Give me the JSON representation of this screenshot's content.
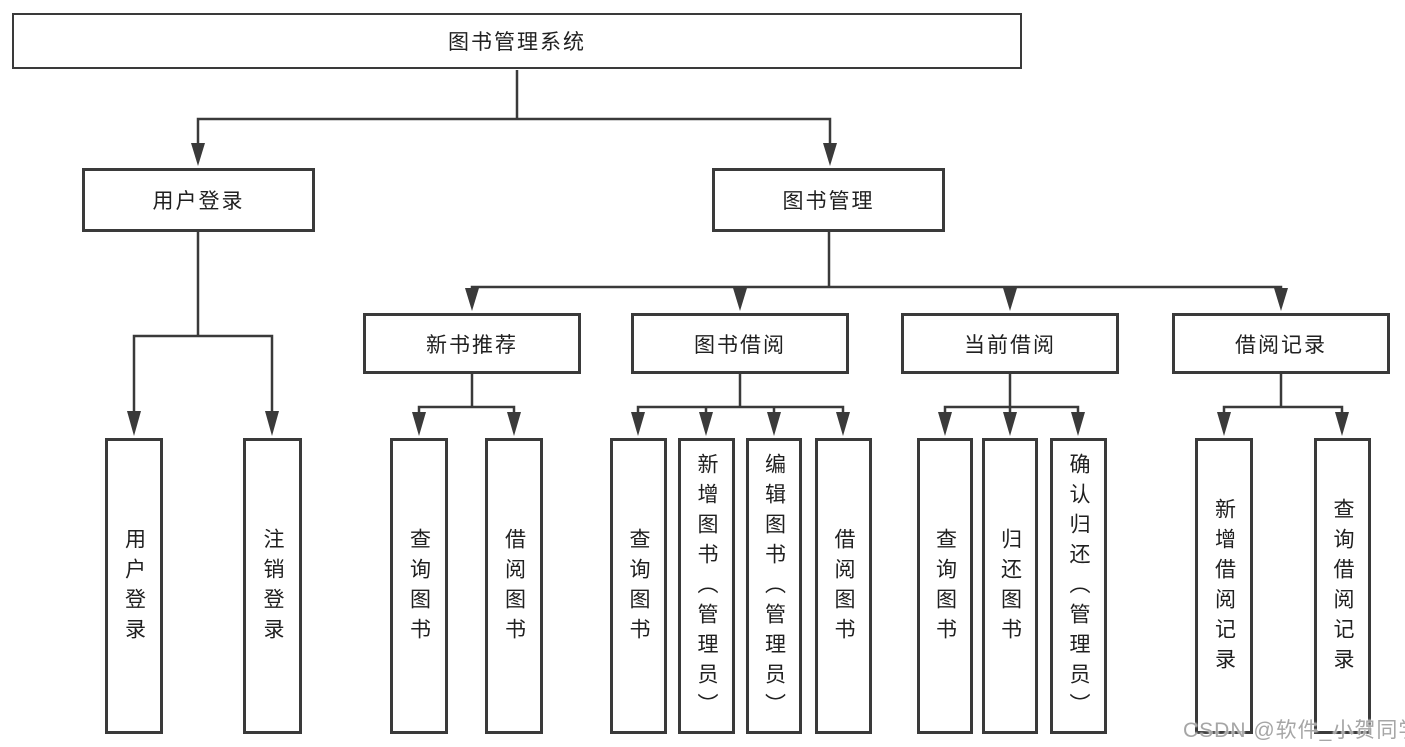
{
  "tree": {
    "root": {
      "label": "图书管理系统"
    },
    "children": [
      {
        "label": "用户登录",
        "children": [
          {
            "label": "用户登录"
          },
          {
            "label": "注销登录"
          }
        ]
      },
      {
        "label": "图书管理",
        "children": [
          {
            "label": "新书推荐",
            "children": [
              {
                "label": "查询图书"
              },
              {
                "label": "借阅图书"
              }
            ]
          },
          {
            "label": "图书借阅",
            "children": [
              {
                "label": "查询图书"
              },
              {
                "label": "新增图书（管理员）"
              },
              {
                "label": "编辑图书（管理员）"
              },
              {
                "label": "借阅图书"
              }
            ]
          },
          {
            "label": "当前借阅",
            "children": [
              {
                "label": "查询图书"
              },
              {
                "label": "归还图书"
              },
              {
                "label": "确认归还（管理员）"
              }
            ]
          },
          {
            "label": "借阅记录",
            "children": [
              {
                "label": "新增借阅记录"
              },
              {
                "label": "查询借阅记录"
              }
            ]
          }
        ]
      }
    ]
  },
  "watermark": {
    "text": "CSDN @软件_小贺同学"
  },
  "colors": {
    "line": "#3a3a3a",
    "text": "#202020",
    "background": "#ffffff",
    "watermark": "#a6a6a6"
  }
}
